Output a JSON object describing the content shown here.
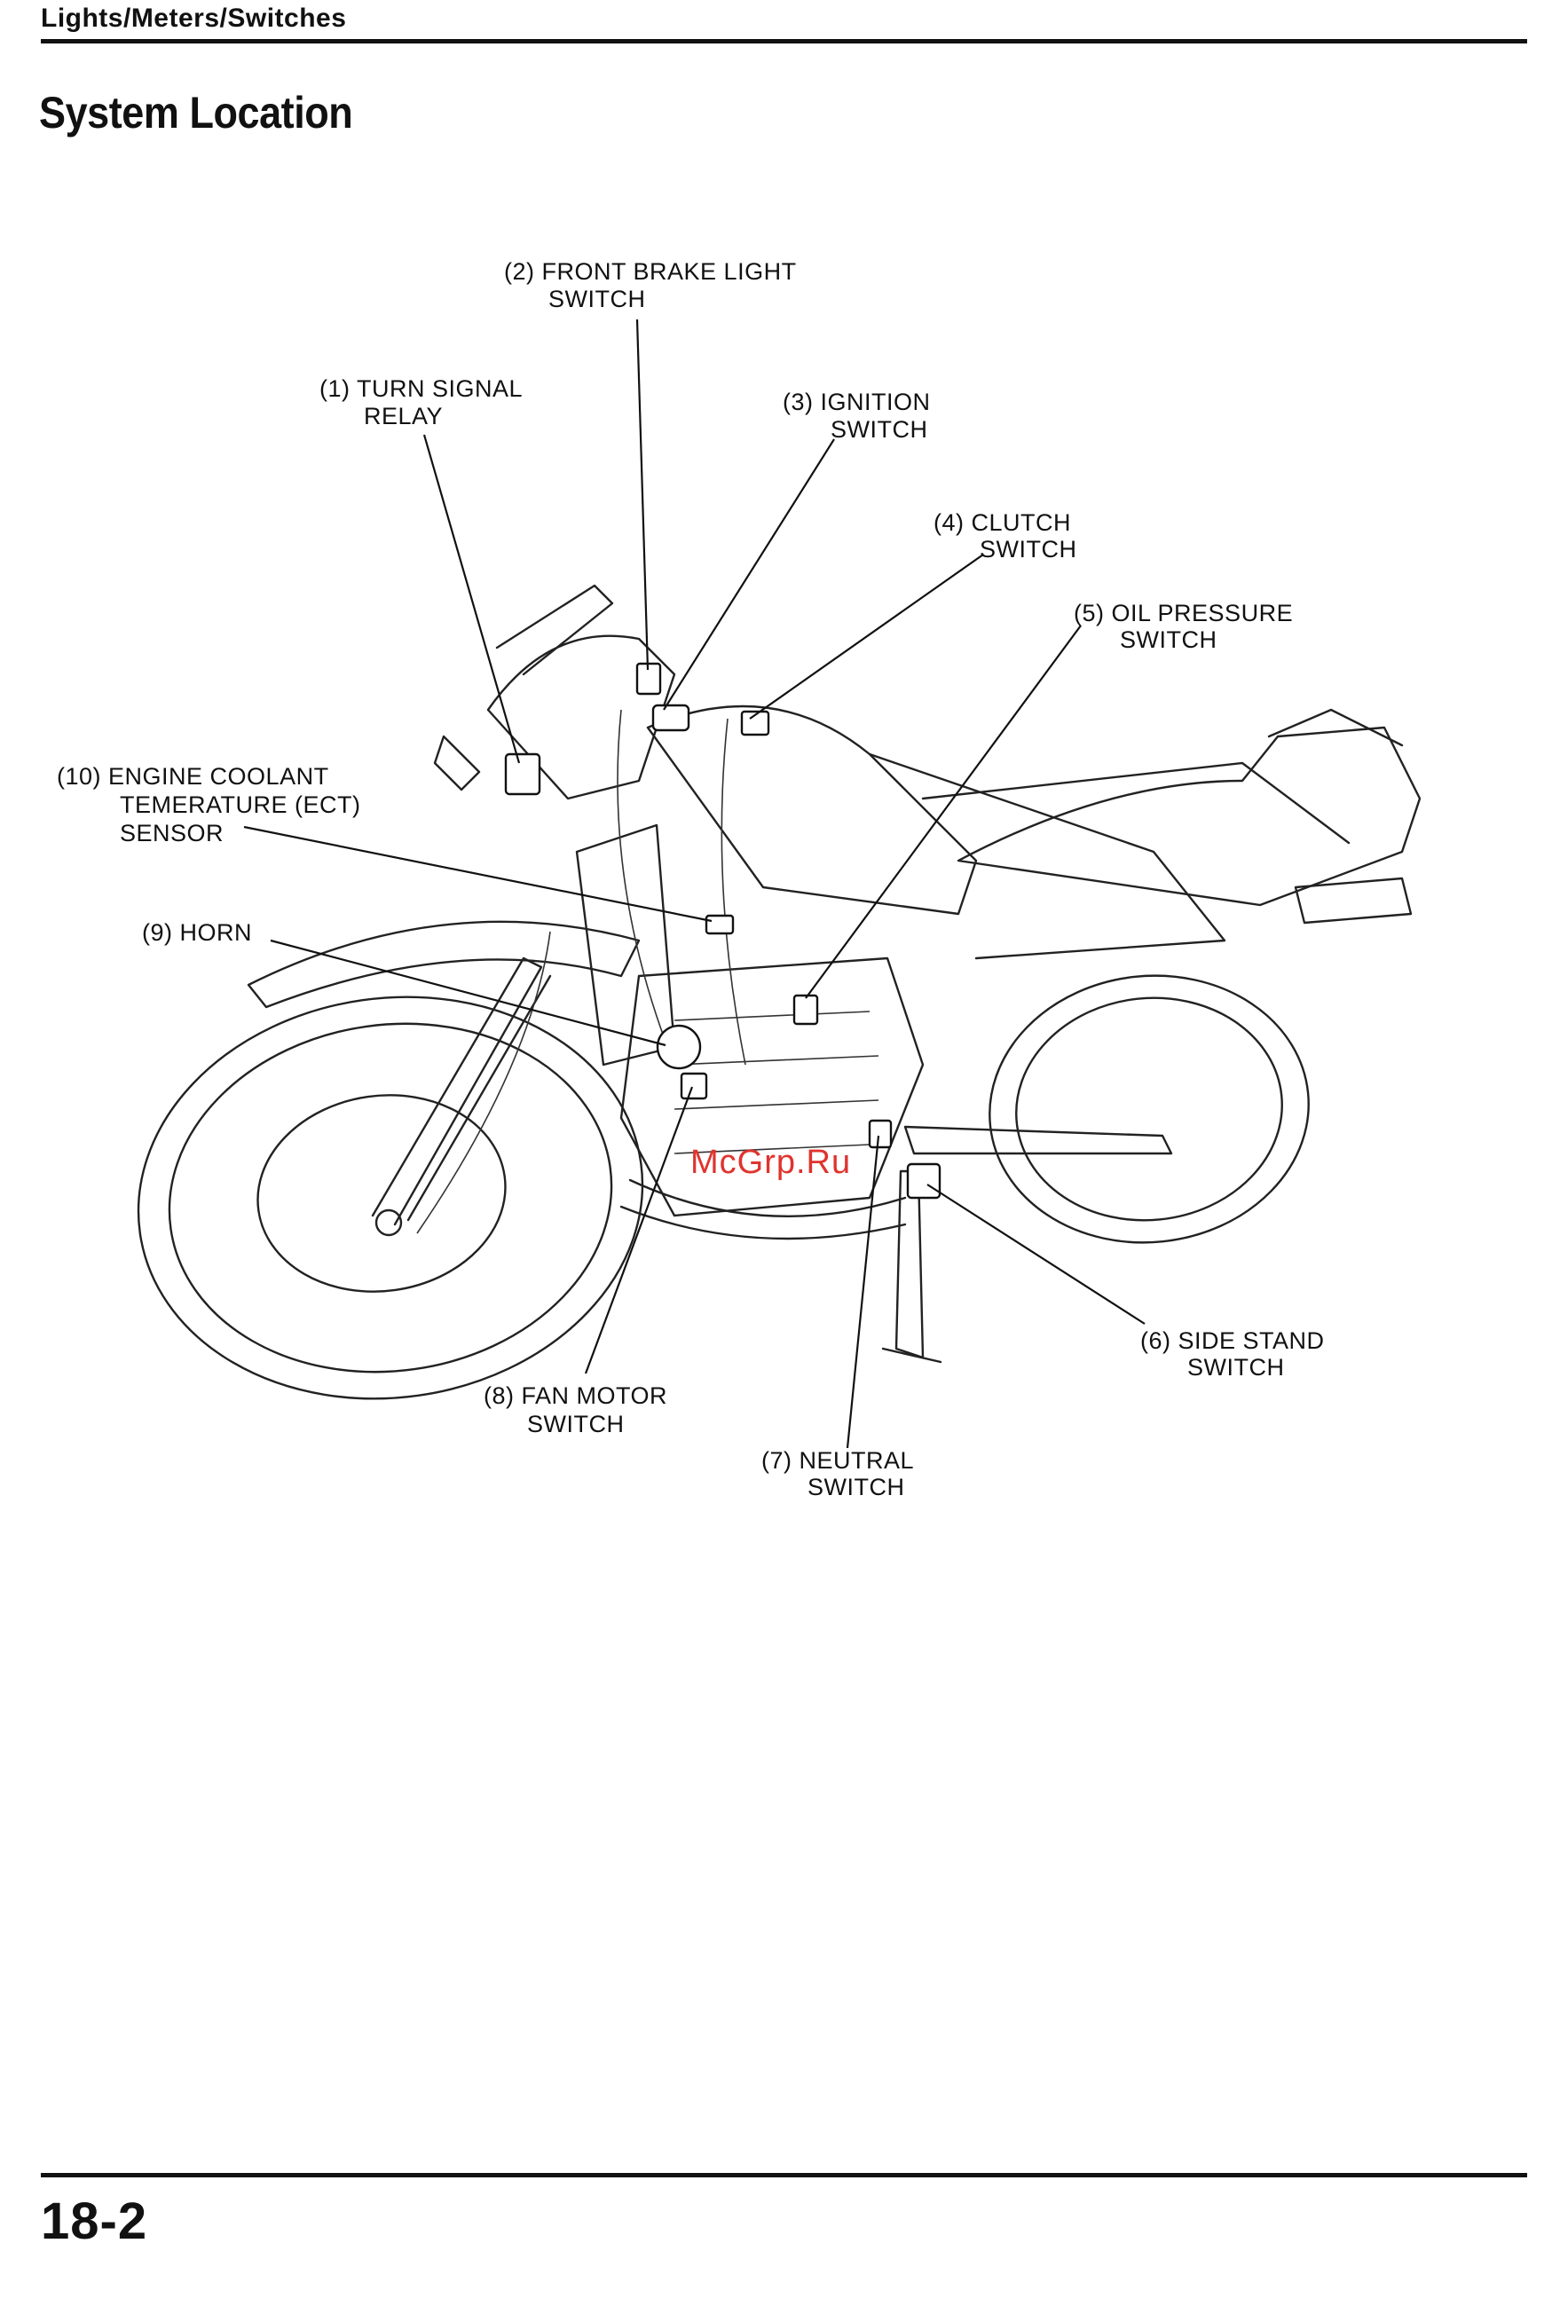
{
  "header": {
    "section": "Lights/Meters/Switches",
    "title": "System Location"
  },
  "callouts": [
    {
      "num": "(1)",
      "line1": "TURN SIGNAL",
      "line2": "RELAY"
    },
    {
      "num": "(2)",
      "line1": "FRONT BRAKE LIGHT",
      "line2": "SWITCH"
    },
    {
      "num": "(3)",
      "line1": "IGNITION",
      "line2": "SWITCH"
    },
    {
      "num": "(4)",
      "line1": "CLUTCH",
      "line2": "SWITCH"
    },
    {
      "num": "(5)",
      "line1": "OIL PRESSURE",
      "line2": "SWITCH"
    },
    {
      "num": "(6)",
      "line1": "SIDE STAND",
      "line2": "SWITCH"
    },
    {
      "num": "(7)",
      "line1": "NEUTRAL",
      "line2": "SWITCH"
    },
    {
      "num": "(8)",
      "line1": "FAN MOTOR",
      "line2": "SWITCH"
    },
    {
      "num": "(9)",
      "line1": "HORN",
      "line2": ""
    },
    {
      "num": "(10)",
      "line1": "ENGINE COOLANT",
      "line2": "TEMERATURE (ECT)",
      "line3": "SENSOR"
    }
  ],
  "watermark": "McGrp.Ru",
  "footer": {
    "page_number": "18-2"
  },
  "colors": {
    "ink": "#111111",
    "watermark": "#e0332e"
  }
}
